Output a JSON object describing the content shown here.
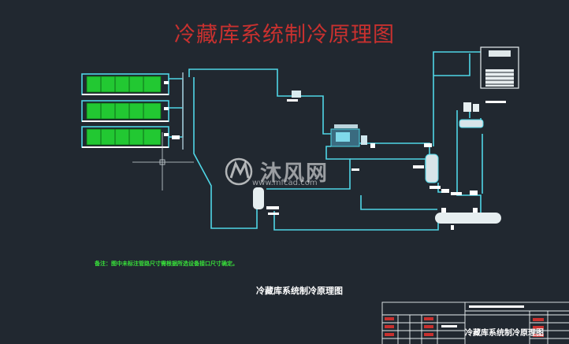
{
  "drawing": {
    "title": "冷藏库系统制冷原理图",
    "caption": "冷藏库系统制冷原理图",
    "note": "备注：图中未标注管路尺寸需根据所选设备接口尺寸确定。",
    "colors": {
      "background": "#212830",
      "pipe": "#4fd6e6",
      "title": "#c8312f",
      "coil": "#22c832",
      "note": "#38e03a"
    }
  },
  "watermark": {
    "brand": "沐风网",
    "url": "www.mfcad.com",
    "icon": "mf-logo-icon"
  },
  "title_block": {
    "name": "冷藏库系统制冷原理图"
  }
}
